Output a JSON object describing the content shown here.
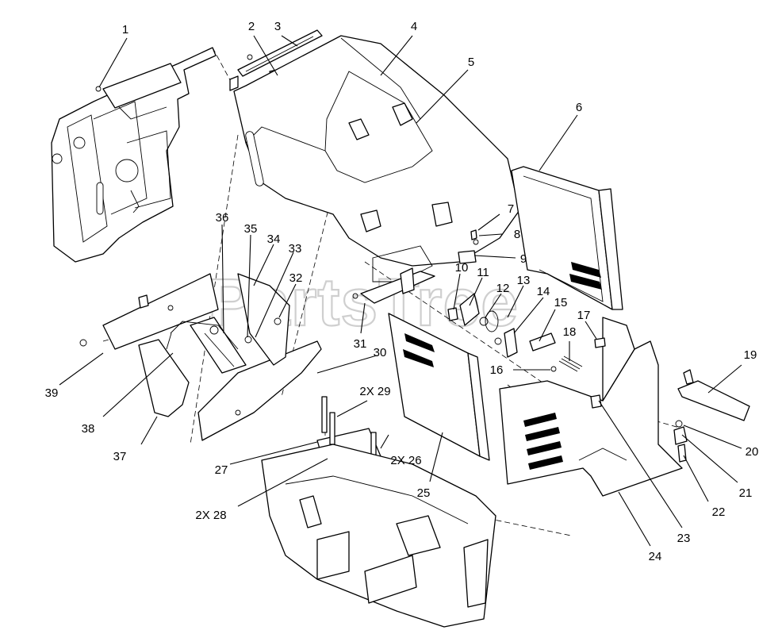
{
  "watermark": "PartsTree",
  "callouts": [
    {
      "id": "c1",
      "text": "1"
    },
    {
      "id": "c2",
      "text": "2"
    },
    {
      "id": "c3",
      "text": "3"
    },
    {
      "id": "c4",
      "text": "4"
    },
    {
      "id": "c5",
      "text": "5"
    },
    {
      "id": "c6",
      "text": "6"
    },
    {
      "id": "c7",
      "text": "7"
    },
    {
      "id": "c8",
      "text": "8"
    },
    {
      "id": "c9",
      "text": "9"
    },
    {
      "id": "c10",
      "text": "10"
    },
    {
      "id": "c11",
      "text": "11"
    },
    {
      "id": "c12",
      "text": "12"
    },
    {
      "id": "c13",
      "text": "13"
    },
    {
      "id": "c14",
      "text": "14"
    },
    {
      "id": "c15",
      "text": "15"
    },
    {
      "id": "c16",
      "text": "16"
    },
    {
      "id": "c17",
      "text": "17"
    },
    {
      "id": "c18",
      "text": "18"
    },
    {
      "id": "c19",
      "text": "19"
    },
    {
      "id": "c20",
      "text": "20"
    },
    {
      "id": "c21",
      "text": "21"
    },
    {
      "id": "c22",
      "text": "22"
    },
    {
      "id": "c23",
      "text": "23"
    },
    {
      "id": "c24",
      "text": "24"
    },
    {
      "id": "c25",
      "text": "25"
    },
    {
      "id": "c26",
      "text": "2X 26"
    },
    {
      "id": "c27",
      "text": "27"
    },
    {
      "id": "c28",
      "text": "2X 28"
    },
    {
      "id": "c29",
      "text": "2X 29"
    },
    {
      "id": "c30",
      "text": "30"
    },
    {
      "id": "c31",
      "text": "31"
    },
    {
      "id": "c32",
      "text": "32"
    },
    {
      "id": "c33",
      "text": "33"
    },
    {
      "id": "c34",
      "text": "34"
    },
    {
      "id": "c35",
      "text": "35"
    },
    {
      "id": "c36",
      "text": "36"
    },
    {
      "id": "c37",
      "text": "37"
    },
    {
      "id": "c38",
      "text": "38"
    },
    {
      "id": "c39",
      "text": "39"
    }
  ]
}
